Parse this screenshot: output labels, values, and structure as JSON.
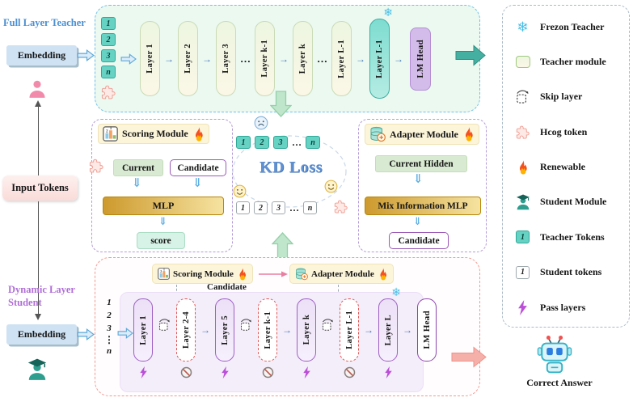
{
  "colors": {
    "teacher_accent": "#6fc0e8",
    "teacher_token_teal": "#66d2c4",
    "student_accent": "#9d5fc4",
    "skip_layer_red": "#e05555",
    "mlp_gold": "#cd9a2e",
    "kd_loss_blue": "#5e90d2",
    "snowflake_blue": "#49c0e8",
    "teacher_output_teal": "#45b0a2",
    "student_output_pink": "#f6b0aa"
  },
  "left_column": {
    "teacher_label": "Full Layer Teacher",
    "embedding_top": "Embedding",
    "input_tokens": "Input Tokens",
    "student_label": "Dynamic Layer Student",
    "embedding_bottom": "Embedding"
  },
  "teacher": {
    "tokens": [
      "1",
      "2",
      "3",
      "n"
    ],
    "layers": [
      {
        "label": "Layer 1",
        "type": "normal"
      },
      {
        "label": "Layer 2",
        "type": "normal"
      },
      {
        "label": "Layer 3",
        "type": "normal"
      },
      {
        "label": "…",
        "type": "dots"
      },
      {
        "label": "Layer k-1",
        "type": "normal"
      },
      {
        "label": "Layer k",
        "type": "normal"
      },
      {
        "label": "…",
        "type": "dots"
      },
      {
        "label": "Layer L-1",
        "type": "normal"
      },
      {
        "label": "Layer L-1",
        "type": "frozen"
      }
    ],
    "lm_head": "LM Head"
  },
  "scoring_module": {
    "title": "Scoring Module",
    "current_label": "Current",
    "candidate_label": "Candidate",
    "mlp_label": "MLP",
    "score_label": "score"
  },
  "kd": {
    "loss_label": "KD Loss",
    "teacher_tokens": [
      "1",
      "2",
      "3",
      "…",
      "n"
    ],
    "student_tokens": [
      "1",
      "2",
      "3",
      "…",
      "n"
    ]
  },
  "adapter_module": {
    "title": "Adapter Module",
    "current_hidden_label": "Current Hidden",
    "mix_mlp_label": "Mix Information MLP",
    "candidate_label": "Candidate"
  },
  "student": {
    "scoring_title": "Scoring Module",
    "adapter_title": "Adapter Module",
    "candidate_label": "Candidate",
    "tokens": [
      "1",
      "2",
      "3",
      "⋮",
      "n"
    ],
    "layers": [
      {
        "label": "Layer 1",
        "type": "active"
      },
      {
        "label": "Layer 2-4",
        "type": "skipped"
      },
      {
        "label": "Layer 5",
        "type": "active"
      },
      {
        "label": "Layer k-1",
        "type": "skipped"
      },
      {
        "label": "Layer k",
        "type": "active"
      },
      {
        "label": "Layer L-1",
        "type": "skipped"
      },
      {
        "label": "Layer L",
        "type": "active",
        "frozen": true
      }
    ],
    "lm_head": "LM Head"
  },
  "output": {
    "answer_label": "Correct Answer"
  },
  "legend": {
    "items": [
      {
        "icon": "snowflake-icon",
        "label": "Frezon Teacher"
      },
      {
        "icon": "teacher-module-icon",
        "label": "Teacher module"
      },
      {
        "icon": "skip-layer-icon",
        "label": "Skip layer"
      },
      {
        "icon": "puzzle-icon",
        "label": "Hcog token"
      },
      {
        "icon": "fire-icon",
        "label": "Renewable"
      },
      {
        "icon": "student-icon",
        "label": "Student Module"
      },
      {
        "icon": "teacher-token-icon",
        "label": "Teacher Tokens"
      },
      {
        "icon": "student-token-icon",
        "label": "Student tokens"
      },
      {
        "icon": "lightning-icon",
        "label": "Pass layers"
      }
    ]
  }
}
